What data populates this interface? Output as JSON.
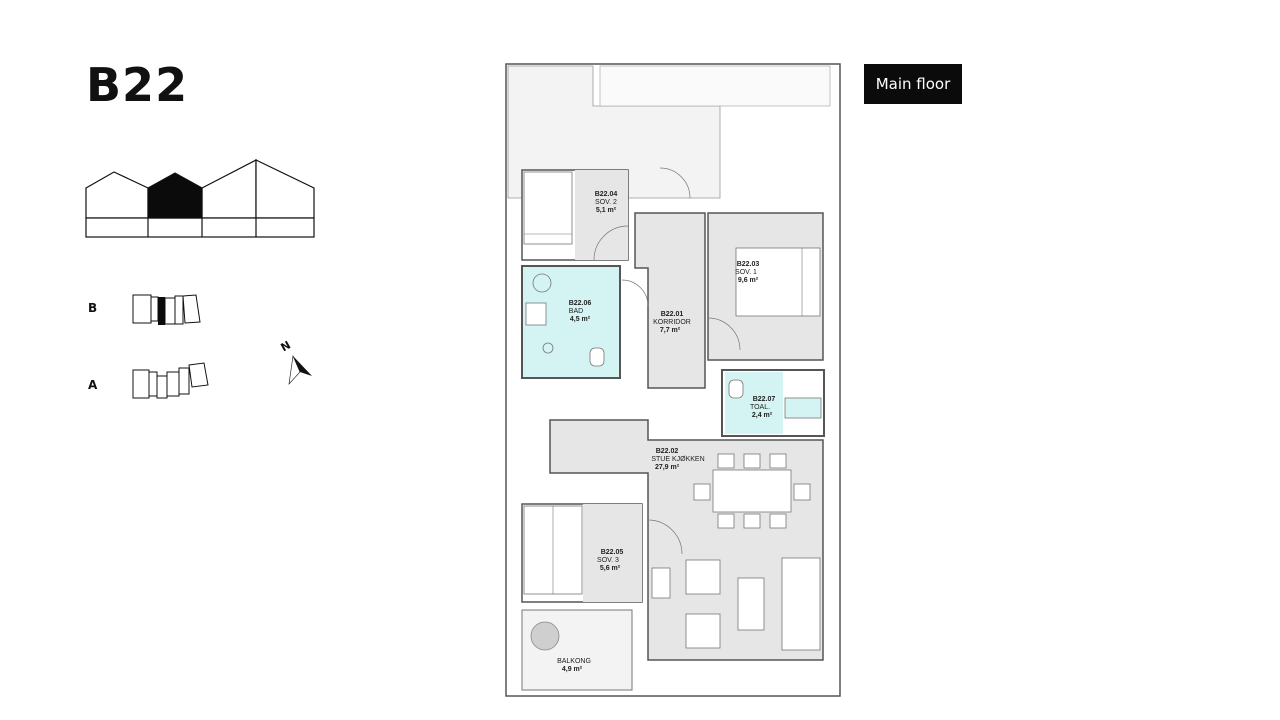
{
  "header": {
    "unit_title": "B22",
    "floor_badge": "Main floor"
  },
  "building_labels": {
    "b": "B",
    "a": "A"
  },
  "compass": {
    "north": "N"
  },
  "rooms": [
    {
      "code": "B22.04",
      "name": "SOV. 2",
      "area": "5,1 m²"
    },
    {
      "code": "B22.06",
      "name": "BAD",
      "area": "4,5 m²"
    },
    {
      "code": "B22.01",
      "name": "KORRIDOR",
      "area": "7,7 m²"
    },
    {
      "code": "B22.03",
      "name": "SOV. 1",
      "area": "9,6 m²"
    },
    {
      "code": "B22.07",
      "name": "TOAL.",
      "area": "2,4 m²"
    },
    {
      "code": "B22.02",
      "name": "STUE KJØKKEN",
      "area": "27,9 m²"
    },
    {
      "code": "B22.05",
      "name": "SOV. 3",
      "area": "5,6 m²"
    }
  ],
  "balcony": {
    "name": "BALKONG",
    "area": "4,9 m²"
  },
  "colors": {
    "room_fill": "#e6e6e6",
    "wet_room_fill": "#d4f3f3",
    "wall": "#555555",
    "terrace_fill": "#f3f3f3",
    "badge_bg": "#0b0b0b"
  }
}
